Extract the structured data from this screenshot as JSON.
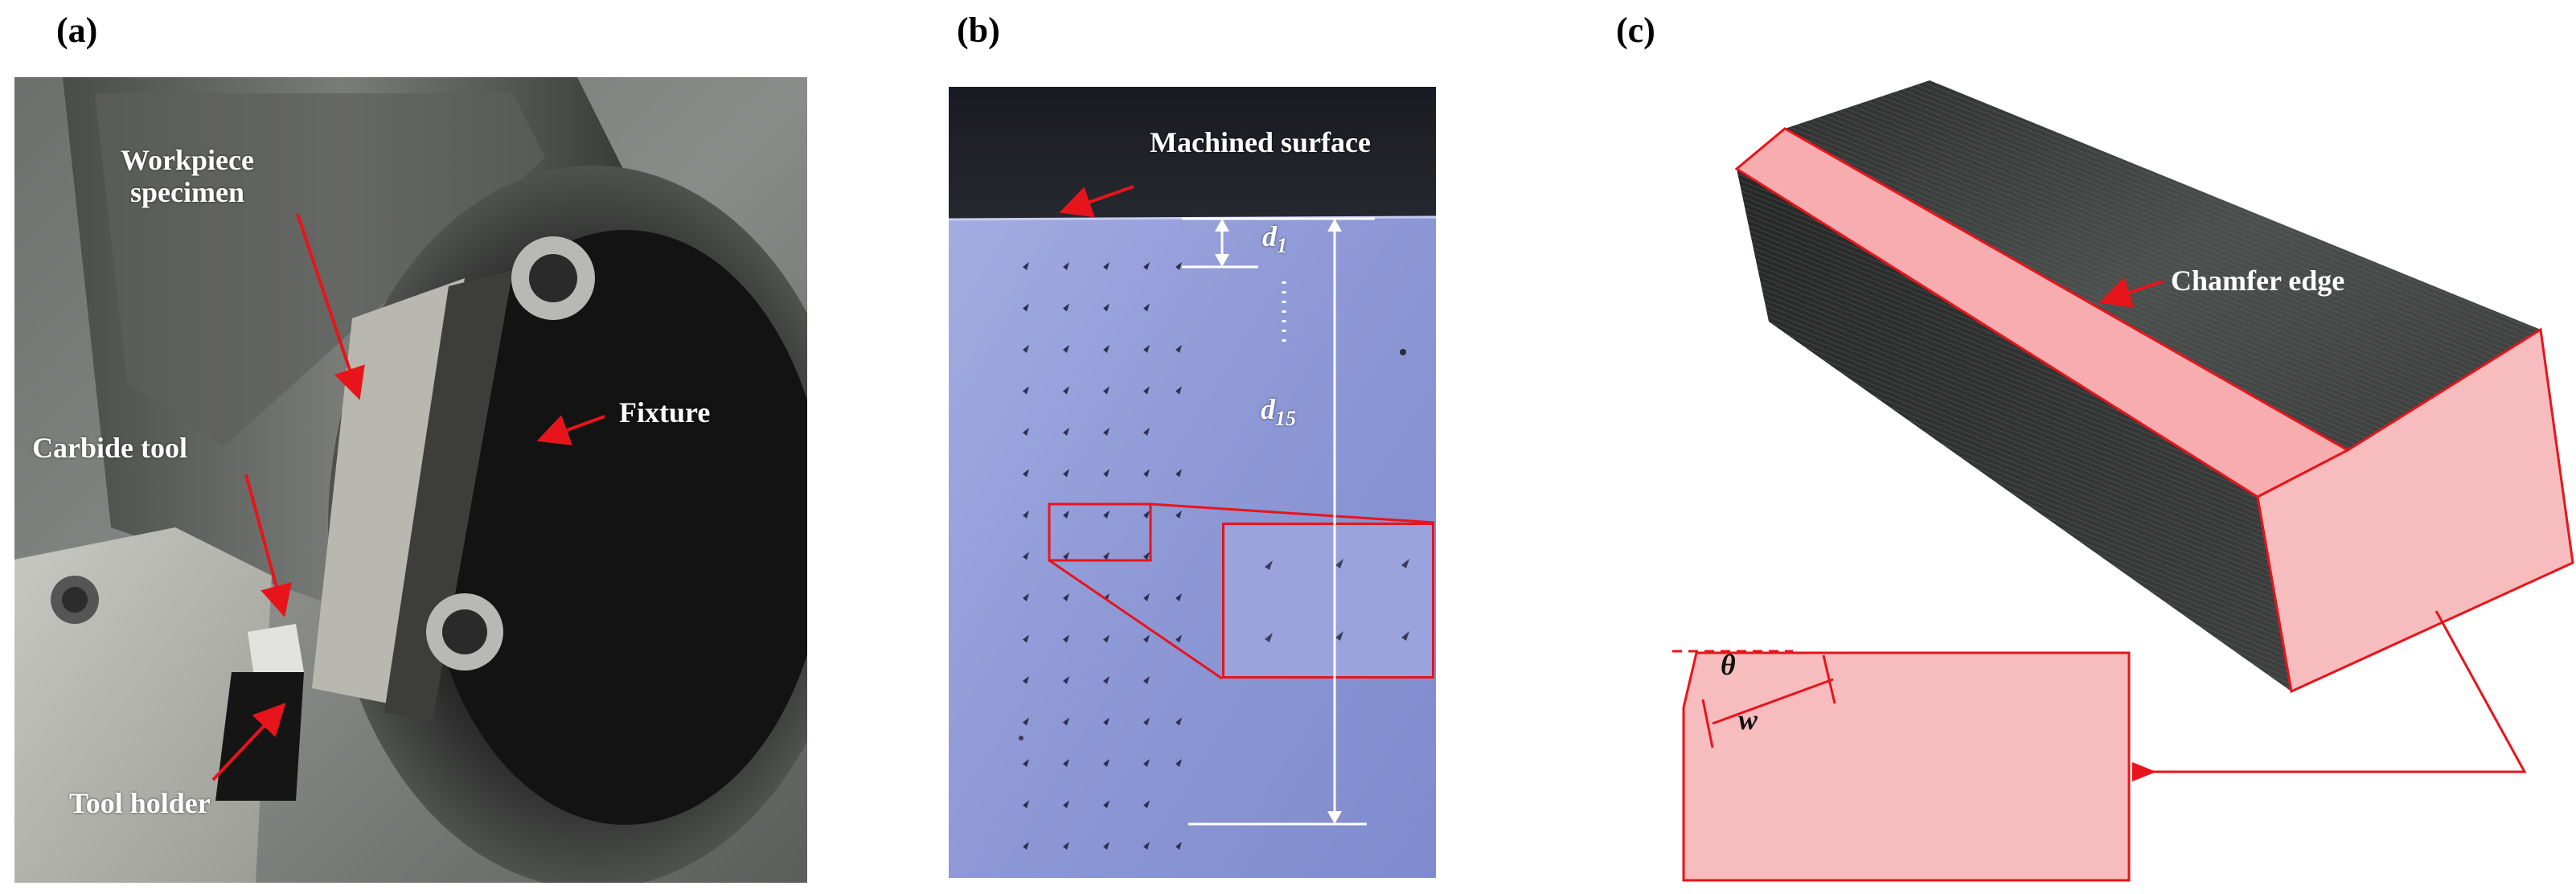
{
  "panels": {
    "a": {
      "label": "(a)",
      "callouts": {
        "workpiece": "Workpiece\nspecimen",
        "fixture": "Fixture",
        "carbide_tool": "Carbide tool",
        "tool_holder": "Tool holder"
      }
    },
    "b": {
      "label": "(b)",
      "callouts": {
        "machined_surface": "Machined surface",
        "d1": "d",
        "d1_sub": "1",
        "d15": "d",
        "d15_sub": "15"
      }
    },
    "c": {
      "label": "(c)",
      "callouts": {
        "chamfer_edge": "Chamfer edge",
        "theta": "θ",
        "w": "w"
      }
    }
  },
  "colors": {
    "annotation": "#e8141b",
    "chamfer_fill": "#f7bcbe",
    "micrograph_blue": "#8f9ad8"
  }
}
